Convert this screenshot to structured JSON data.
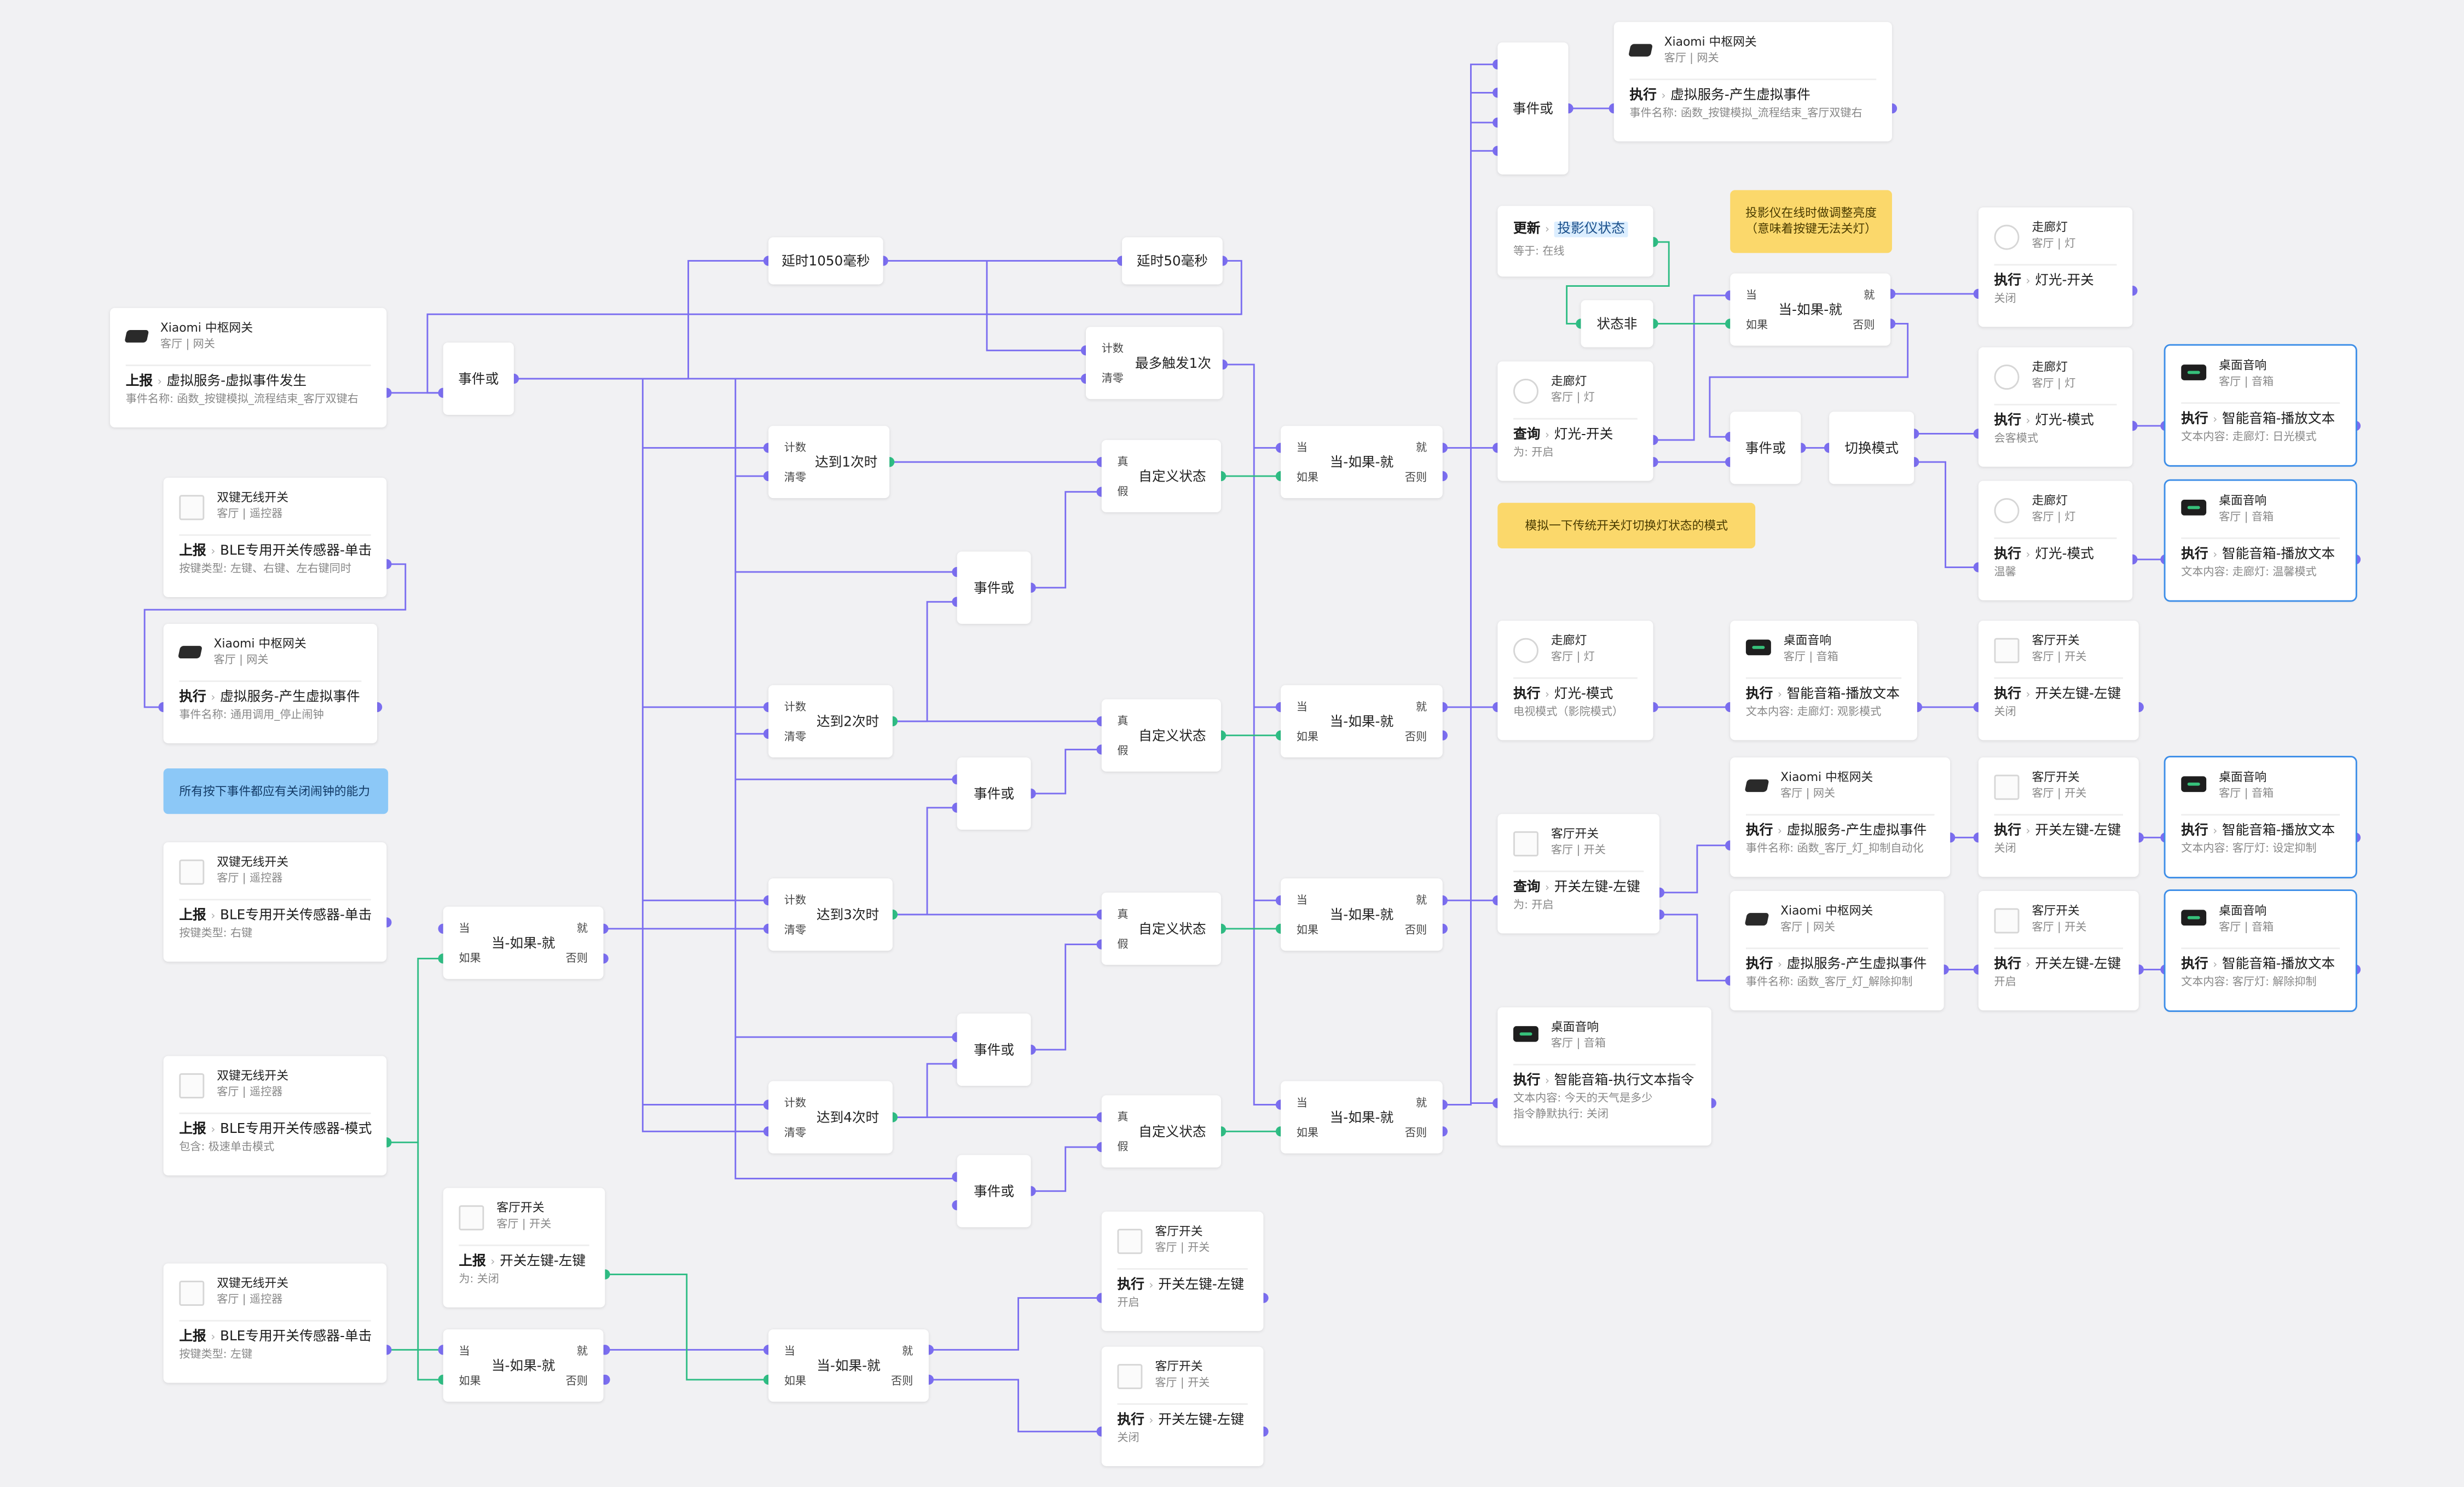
{
  "colors": {
    "wire": "#7b6ef0",
    "wire_true": "#2fbd84",
    "canvas": "#f1f1f3",
    "note_yellow": "#fbd86b",
    "note_blue": "#8cc8f7",
    "select": "#3d8ee8"
  },
  "logic": {
    "event_or": "事件或",
    "when_if": "当-如果-就",
    "when": "当",
    "if": "如果",
    "then": "就",
    "else": "否则",
    "count": "计数",
    "reset": "清零",
    "true": "真",
    "false": "假",
    "custom_state": "自定义状态",
    "delay_1050": "延时1050毫秒",
    "delay_50": "延时50毫秒",
    "max_once": "最多触发1次",
    "reach1": "达到1次时",
    "reach2": "达到2次时",
    "reach3": "达到3次时",
    "reach4": "达到4次时",
    "not_state": "状态非",
    "switch_mode": "切换模式"
  },
  "devices": {
    "gw_top": {
      "name": "Xiaomi 中枢网关",
      "loc": "客厅 | 网关",
      "verb": "执行",
      "action": "虚拟服务-产生虚拟事件",
      "detail": "事件名称: 函数_按键模拟_流程结束_客厅双键右"
    },
    "gw_report": {
      "name": "Xiaomi 中枢网关",
      "loc": "客厅 | 网关",
      "verb": "上报",
      "action": "虚拟服务-虚拟事件发生",
      "detail": "事件名称: 函数_按键模拟_流程结束_客厅双键右"
    },
    "ble1": {
      "name": "双键无线开关",
      "loc": "客厅 | 遥控器",
      "verb": "上报",
      "action": "BLE专用开关传感器-单击",
      "detail": "按键类型: 左键、右键、左右键同时"
    },
    "gw_exec": {
      "name": "Xiaomi 中枢网关",
      "loc": "客厅 | 网关",
      "verb": "执行",
      "action": "虚拟服务-产生虚拟事件",
      "detail": "事件名称: 通用调用_停止闹钟"
    },
    "ble2": {
      "name": "双键无线开关",
      "loc": "客厅 | 遥控器",
      "verb": "上报",
      "action": "BLE专用开关传感器-单击",
      "detail": "按键类型: 右键"
    },
    "ble3": {
      "name": "双键无线开关",
      "loc": "客厅 | 遥控器",
      "verb": "上报",
      "action": "BLE专用开关传感器-模式",
      "detail": "包含: 极速单击模式"
    },
    "ble4": {
      "name": "双键无线开关",
      "loc": "客厅 | 遥控器",
      "verb": "上报",
      "action": "BLE专用开关传感器-单击",
      "detail": "按键类型: 左键"
    },
    "sw_report": {
      "name": "客厅开关",
      "loc": "客厅 | 开关",
      "verb": "上报",
      "action": "开关左键-左键",
      "detail": "为: 关闭"
    },
    "sw_on": {
      "name": "客厅开关",
      "loc": "客厅 | 开关",
      "verb": "执行",
      "action": "开关左键-左键",
      "detail": "开启"
    },
    "sw_off": {
      "name": "客厅开关",
      "loc": "客厅 | 开关",
      "verb": "执行",
      "action": "开关左键-左键",
      "detail": "关闭"
    },
    "update": {
      "verb": "更新",
      "action": "投影仪状态",
      "detail": "等于: 在线"
    },
    "lamp_q": {
      "name": "走廊灯",
      "loc": "客厅 | 灯",
      "verb": "查询",
      "action": "灯光-开关",
      "detail": "为: 开启"
    },
    "sw_q": {
      "name": "客厅开关",
      "loc": "客厅 | 开关",
      "verb": "查询",
      "action": "开关左键-左键",
      "detail": "为: 开启"
    },
    "lamp_off": {
      "name": "走廊灯",
      "loc": "客厅 | 灯",
      "verb": "执行",
      "action": "灯光-开关",
      "detail": "关闭"
    },
    "lamp_guest": {
      "name": "走廊灯",
      "loc": "客厅 | 灯",
      "verb": "执行",
      "action": "灯光-模式",
      "detail": "会客模式"
    },
    "lamp_warm": {
      "name": "走廊灯",
      "loc": "客厅 | 灯",
      "verb": "执行",
      "action": "灯光-模式",
      "detail": "温馨"
    },
    "lamp_tv": {
      "name": "走廊灯",
      "loc": "客厅 | 灯",
      "verb": "执行",
      "action": "灯光-模式",
      "detail": "电视模式（影院模式）"
    },
    "spk_day": {
      "name": "桌面音响",
      "loc": "客厅 | 音箱",
      "verb": "执行",
      "action": "智能音箱-播放文本",
      "detail": "文本内容: 走廊灯: 日光模式"
    },
    "spk_warm": {
      "name": "桌面音响",
      "loc": "客厅 | 音箱",
      "verb": "执行",
      "action": "智能音箱-播放文本",
      "detail": "文本内容: 走廊灯: 温馨模式"
    },
    "spk_watch": {
      "name": "桌面音响",
      "loc": "客厅 | 音箱",
      "verb": "执行",
      "action": "智能音箱-播放文本",
      "detail": "文本内容: 走廊灯: 观影模式"
    },
    "sw_tv_off": {
      "name": "客厅开关",
      "loc": "客厅 | 开关",
      "verb": "执行",
      "action": "开关左键-左键",
      "detail": "关闭"
    },
    "gw_suppress": {
      "name": "Xiaomi 中枢网关",
      "loc": "客厅 | 网关",
      "verb": "执行",
      "action": "虚拟服务-产生虚拟事件",
      "detail": "事件名称: 函数_客厅_灯_抑制自动化"
    },
    "gw_release": {
      "name": "Xiaomi 中枢网关",
      "loc": "客厅 | 网关",
      "verb": "执行",
      "action": "虚拟服务-产生虚拟事件",
      "detail": "事件名称: 函数_客厅_灯_解除抑制"
    },
    "sw_sup_off": {
      "name": "客厅开关",
      "loc": "客厅 | 开关",
      "verb": "执行",
      "action": "开关左键-左键",
      "detail": "关闭"
    },
    "sw_rel_on": {
      "name": "客厅开关",
      "loc": "客厅 | 开关",
      "verb": "执行",
      "action": "开关左键-左键",
      "detail": "开启"
    },
    "spk_sup": {
      "name": "桌面音响",
      "loc": "客厅 | 音箱",
      "verb": "执行",
      "action": "智能音箱-播放文本",
      "detail": "文本内容: 客厅灯: 设定抑制"
    },
    "spk_rel": {
      "name": "桌面音响",
      "loc": "客厅 | 音箱",
      "verb": "执行",
      "action": "智能音箱-播放文本",
      "detail": "文本内容: 客厅灯: 解除抑制"
    },
    "spk_cmd": {
      "name": "桌面音响",
      "loc": "客厅 | 音箱",
      "verb": "执行",
      "action": "智能音箱-执行文本指令",
      "detail": "文本内容: 今天的天气是多少",
      "detail2": "指令静默执行: 关闭"
    },
    "sw_cq": {
      "name": "客厅开关",
      "loc": "客厅 | 开关",
      "verb": "查询",
      "action": "开关左键-左键",
      "detail": "为: 开启"
    }
  },
  "notes": {
    "projector": "投影仪在线时做调整亮度\n（意味着按键无法关灯）",
    "simulate": "模拟一下传统开关灯切换灯状态的模式",
    "all_events": "所有按下事件都应有关闭闹钟的能力"
  }
}
